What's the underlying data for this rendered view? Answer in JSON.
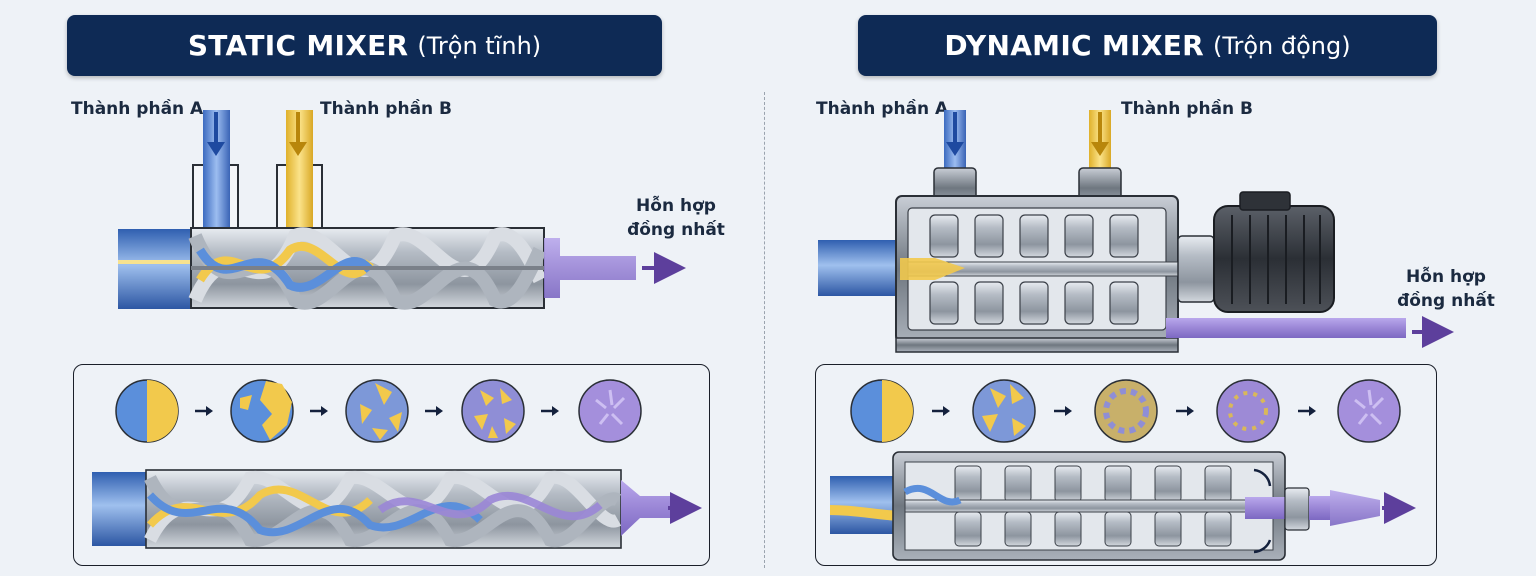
{
  "static": {
    "title": "STATIC MIXER",
    "subtitle": "(Trộn tĩnh)",
    "input_a": "Thành phần A",
    "input_b": "Thành phần B",
    "output_line1": "Hỗn hợp",
    "output_line2": "đồng nhất"
  },
  "dynamic": {
    "title": "DYNAMIC MIXER",
    "subtitle": "(Trộn động)",
    "input_a": "Thành phần A",
    "input_b": "Thành phần B",
    "output_line1": "Hỗn hợp",
    "output_line2": "đồng nhất"
  },
  "colors": {
    "component_a": "#4a7fd0",
    "component_b": "#f0c43a",
    "mixture": "#9a86d6",
    "banner": "#0e2a55",
    "steel": "#9aa3ad"
  }
}
